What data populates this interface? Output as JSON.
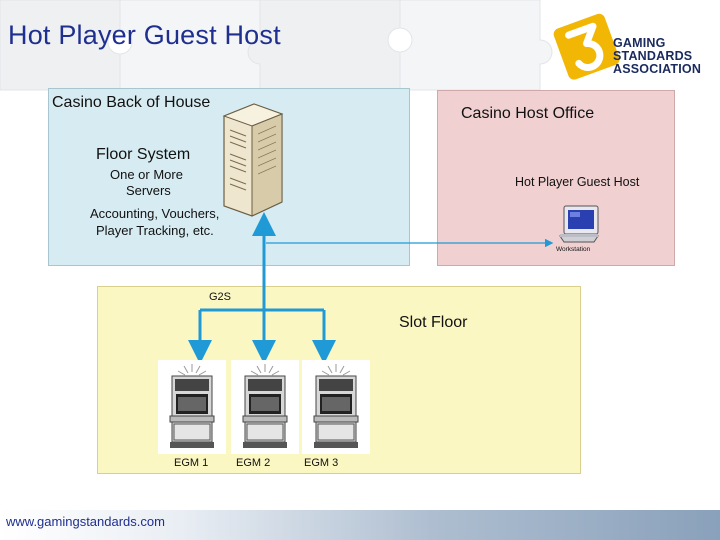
{
  "slide": {
    "title": "Hot Player Guest Host",
    "footer_url": "www.gamingstandards.com"
  },
  "logo": {
    "numeral": "3",
    "lines": [
      "GAMING",
      "STANDARDS",
      "ASSOCIATION"
    ],
    "color": "#f2b705"
  },
  "diagram": {
    "back_of_house": {
      "title": "Casino Back of House",
      "floor_system": "Floor System",
      "servers_line1": "One or More",
      "servers_line2": "Servers",
      "services_line1": "Accounting, Vouchers,",
      "services_line2": "Player Tracking, etc."
    },
    "host_office": {
      "title": "Casino Host Office",
      "app_label": "Hot Player Guest Host",
      "workstation_label": "Workstation"
    },
    "slot_floor": {
      "title": "Slot Floor",
      "protocol_label": "G2S",
      "machines": [
        "EGM 1",
        "EGM 2",
        "EGM 3"
      ]
    },
    "colors": {
      "back_of_house": "#d7ecf2",
      "host_office": "#f0d0d0",
      "slot_floor": "#fbf7c3",
      "connection": "#1f9ad6"
    }
  }
}
